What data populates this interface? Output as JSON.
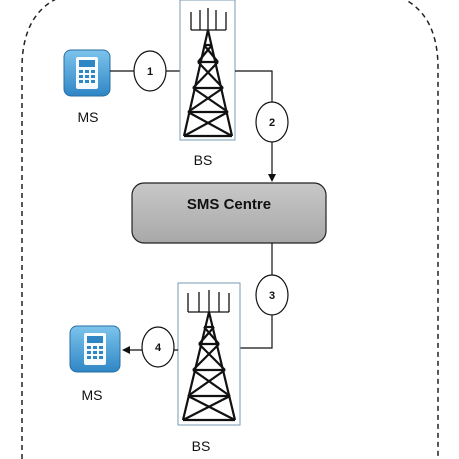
{
  "nodes": {
    "ms_top": "MS",
    "ms_bottom": "MS",
    "bs_top": "BS",
    "bs_bottom": "BS",
    "sms_centre": "SMS Centre"
  },
  "steps": [
    "1",
    "2",
    "3",
    "4"
  ]
}
